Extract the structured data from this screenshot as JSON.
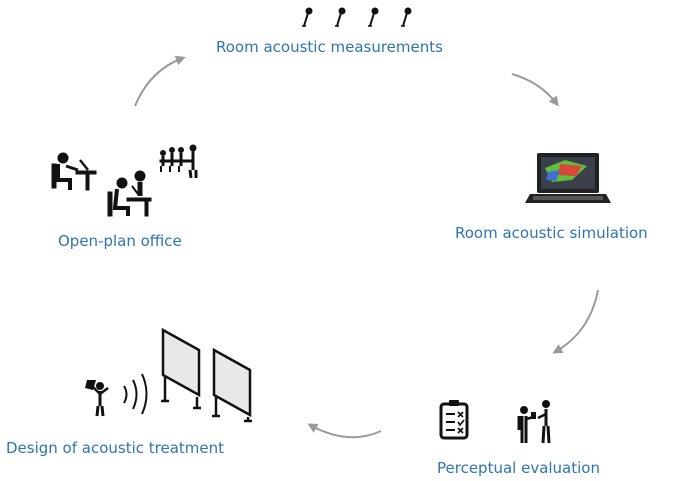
{
  "colors": {
    "label": "#2f74b5",
    "arrow": "#9a9a9a",
    "icon": "#111111",
    "screen_green": "#5fbf3a",
    "screen_red": "#d9463a",
    "screen_blue": "#3b6fd1"
  },
  "cycle": {
    "stages": [
      {
        "label": "Room acoustic measurements",
        "icon": "microphones-icon"
      },
      {
        "label": "Room acoustic simulation",
        "icon": "laptop-simulation-icon"
      },
      {
        "label": "Perceptual evaluation",
        "icon": "clipboard-listener-icon"
      },
      {
        "label": "Design of acoustic treatment",
        "icon": "speaker-screens-icon"
      },
      {
        "label": "Open-plan office",
        "icon": "office-workers-icon"
      }
    ]
  }
}
